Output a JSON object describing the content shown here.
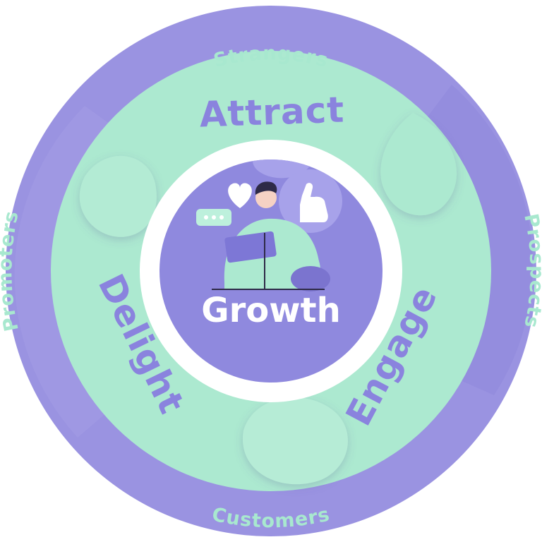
{
  "diagram": {
    "center_label": "Growth",
    "stages": [
      {
        "key": "attract",
        "label": "Attract"
      },
      {
        "key": "engage",
        "label": "Engage"
      },
      {
        "key": "delight",
        "label": "Delight"
      }
    ],
    "audiences": [
      {
        "key": "strangers",
        "label": "Strangers"
      },
      {
        "key": "prospects",
        "label": "Prospects"
      },
      {
        "key": "customers",
        "label": "Customers"
      },
      {
        "key": "promoters",
        "label": "Promoters"
      }
    ]
  },
  "colors": {
    "outer_ring": "#9a93e1",
    "outer_ring_shade": "#8d86db",
    "mint": "#ace9d0",
    "mint_light": "#bdf0dc",
    "lavender": "#8e88de",
    "inner_white": "#ffffff",
    "center_purple": "#8f89de",
    "text_mint": "#a8e8cf",
    "text_purple": "#8a83de"
  },
  "icons": [
    "person-icon",
    "laptop-icon",
    "heart-icon",
    "chat-bubble-icon",
    "thumbs-up-icon",
    "megaphone-icon"
  ]
}
